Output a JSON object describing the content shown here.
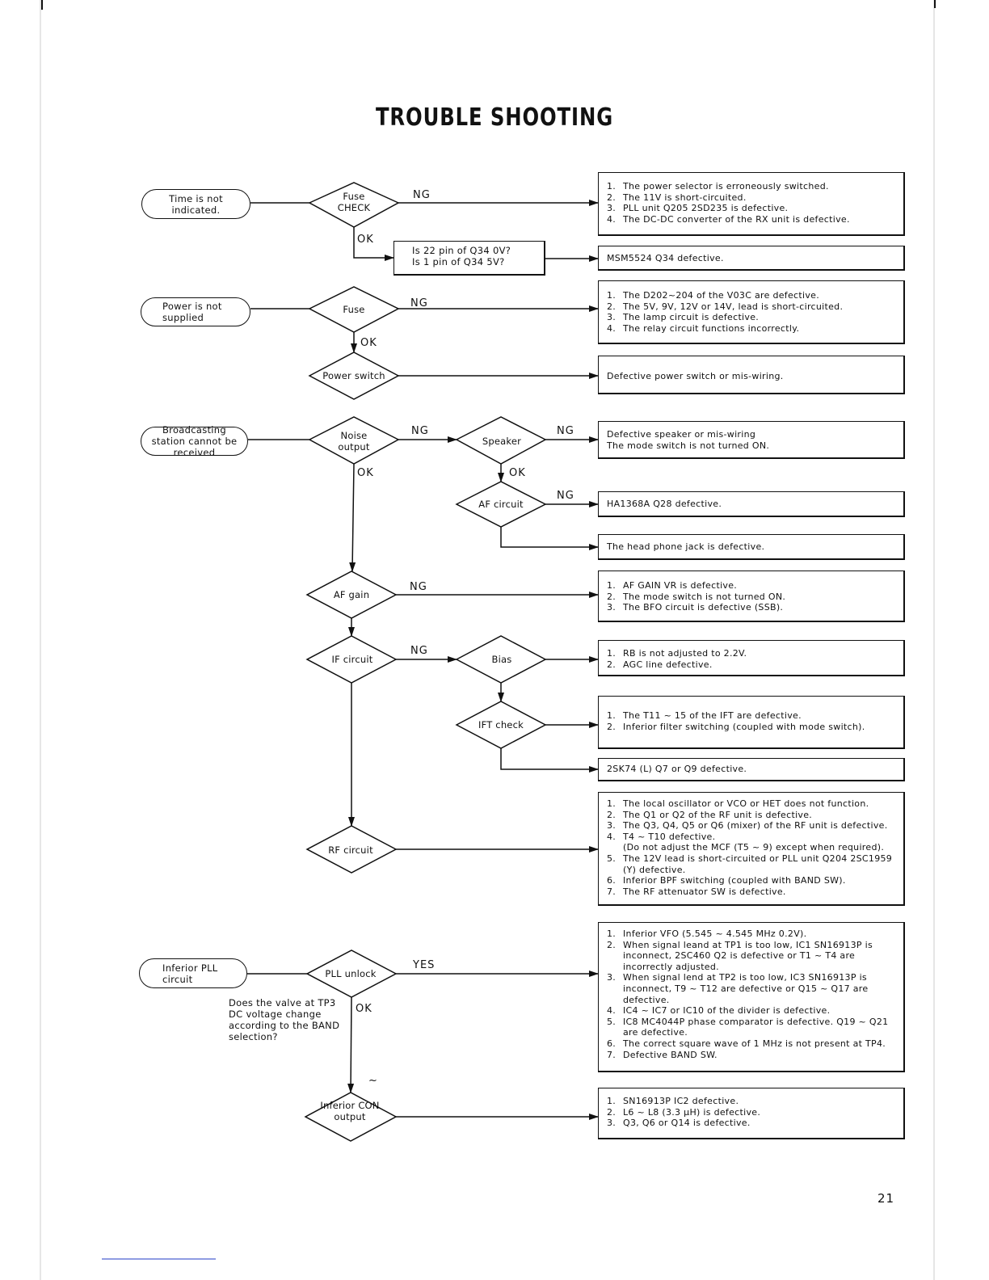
{
  "title": "TROUBLE SHOOTING",
  "page_number": "21",
  "labels": {
    "ng": "NG",
    "ok": "OK",
    "yes": "YES",
    "tilde": "~"
  },
  "symptoms": {
    "time": "Time is not indicated.",
    "power": "Power is not supplied",
    "broadcast": "Broadcasting station cannot be received",
    "pll": "Inferior PLL circuit"
  },
  "decisions": {
    "fuse_check": "Fuse CHECK",
    "fuse": "Fuse",
    "power_switch": "Power switch",
    "noise_output": "Noise output",
    "speaker": "Speaker",
    "af_circuit": "AF circuit",
    "af_gain": "AF gain",
    "if_circuit": "IF circuit",
    "bias": "Bias",
    "ift_check": "IFT check",
    "rf_circuit": "RF circuit",
    "pll_unlock": "PLL unlock",
    "inferior_con": "Inferior CON output"
  },
  "check_box": {
    "line1": "Is 22 pin of Q34 0V?",
    "line2": "Is 1 pin of Q34 5V?"
  },
  "question_note": "Does the valve at TP3 DC voltage change according to the BAND selection?",
  "results": {
    "time_ng": [
      "The power selector is erroneously switched.",
      "The 11V is short-circuited.",
      "PLL unit Q205 2SD235 is defective.",
      "The DC-DC converter of the RX unit is defective."
    ],
    "msm": "MSM5524 Q34 defective.",
    "power_ng": [
      "The D202~204 of the V03C are defective.",
      "The 5V, 9V, 12V or 14V, lead is short-circuited.",
      "The lamp circuit is defective.",
      "The relay circuit functions incorrectly."
    ],
    "power_switch": "Defective power switch or mis-wiring.",
    "speaker_ng": [
      "Defective speaker or mis-wiring",
      "The mode switch is not turned ON."
    ],
    "ha": "HA1368A Q28 defective.",
    "headphone": "The head phone jack is defective.",
    "af_gain_ng": [
      "AF GAIN VR is defective.",
      "The mode switch is not turned ON.",
      "The BFO circuit is defective (SSB)."
    ],
    "bias": [
      "RB is not adjusted to 2.2V.",
      "AGC line defective."
    ],
    "ift": [
      "The T11 ~ 15 of the IFT are defective.",
      "Inferior filter switching (coupled with mode switch)."
    ],
    "sk74": "2SK74 (L) Q7 or Q9 defective.",
    "rf": [
      "The local oscillator or VCO or HET does not function.",
      "The Q1 or Q2 of the RF unit is defective.",
      "The Q3, Q4, Q5 or Q6 (mixer) of the RF unit is defective.",
      "T4 ~ T10 defective.\n(Do not adjust the MCF (T5 ~ 9) except when required).",
      "The 12V lead is short-circuited or PLL unit Q204 2SC1959 (Y) defective.",
      "Inferior BPF switching (coupled with BAND SW).",
      "The RF attenuator SW is defective."
    ],
    "pll_yes": [
      "Inferior VFO (5.545 ~ 4.545 MHz 0.2V).",
      "When signal leand at TP1 is too low, IC1 SN16913P is inconnect, 2SC460 Q2 is defective or T1 ~ T4 are incorrectly adjusted.",
      "When signal lend at TP2 is too low, IC3 SN16913P is inconnect, T9 ~ T12 are defective or Q15 ~ Q17 are defective.",
      "IC4 ~ IC7 or IC10 of the divider is defective.",
      "IC8 MC4044P phase comparator is defective. Q19 ~ Q21 are defective.",
      "The correct square wave of 1 MHz is not present at TP4.",
      "Defective BAND SW."
    ],
    "con": [
      "SN16913P IC2 defective.",
      "L6 ~ L8 (3.3 μH) is defective.",
      "Q3, Q6 or Q14 is defective."
    ]
  }
}
